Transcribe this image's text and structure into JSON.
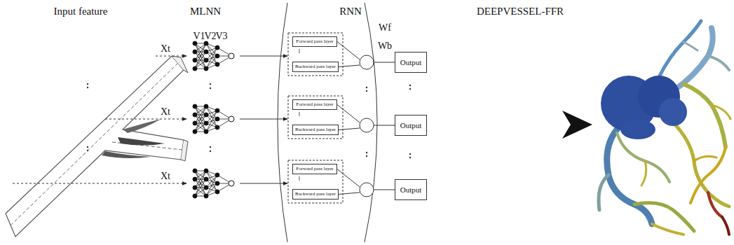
{
  "diagram": {
    "nodes": [
      {
        "text": [
          "Forward pass layer"
        ]
      },
      {
        "text": [
          "Backward pass layer"
        ]
      },
      {
        "text": [
          "Output"
        ]
      },
      {
        "text": [
          "Forward pass layer"
        ]
      },
      {
        "text": [
          "Backward pass layer"
        ]
      },
      {
        "text": [
          "Output"
        ]
      },
      {
        "text": [
          "Forward pass layer"
        ]
      },
      {
        "text": [
          "Backward pass layer"
        ]
      },
      {
        "text": [
          "Output"
        ]
      }
    ],
    "labels": [
      "Input feature",
      "MLNN",
      "RNN",
      "DEEPVESSEL-FFR",
      "V1",
      "V2",
      "V3",
      "Xt",
      "Xt",
      "Xt",
      "Wf",
      "Wb"
    ]
  }
}
